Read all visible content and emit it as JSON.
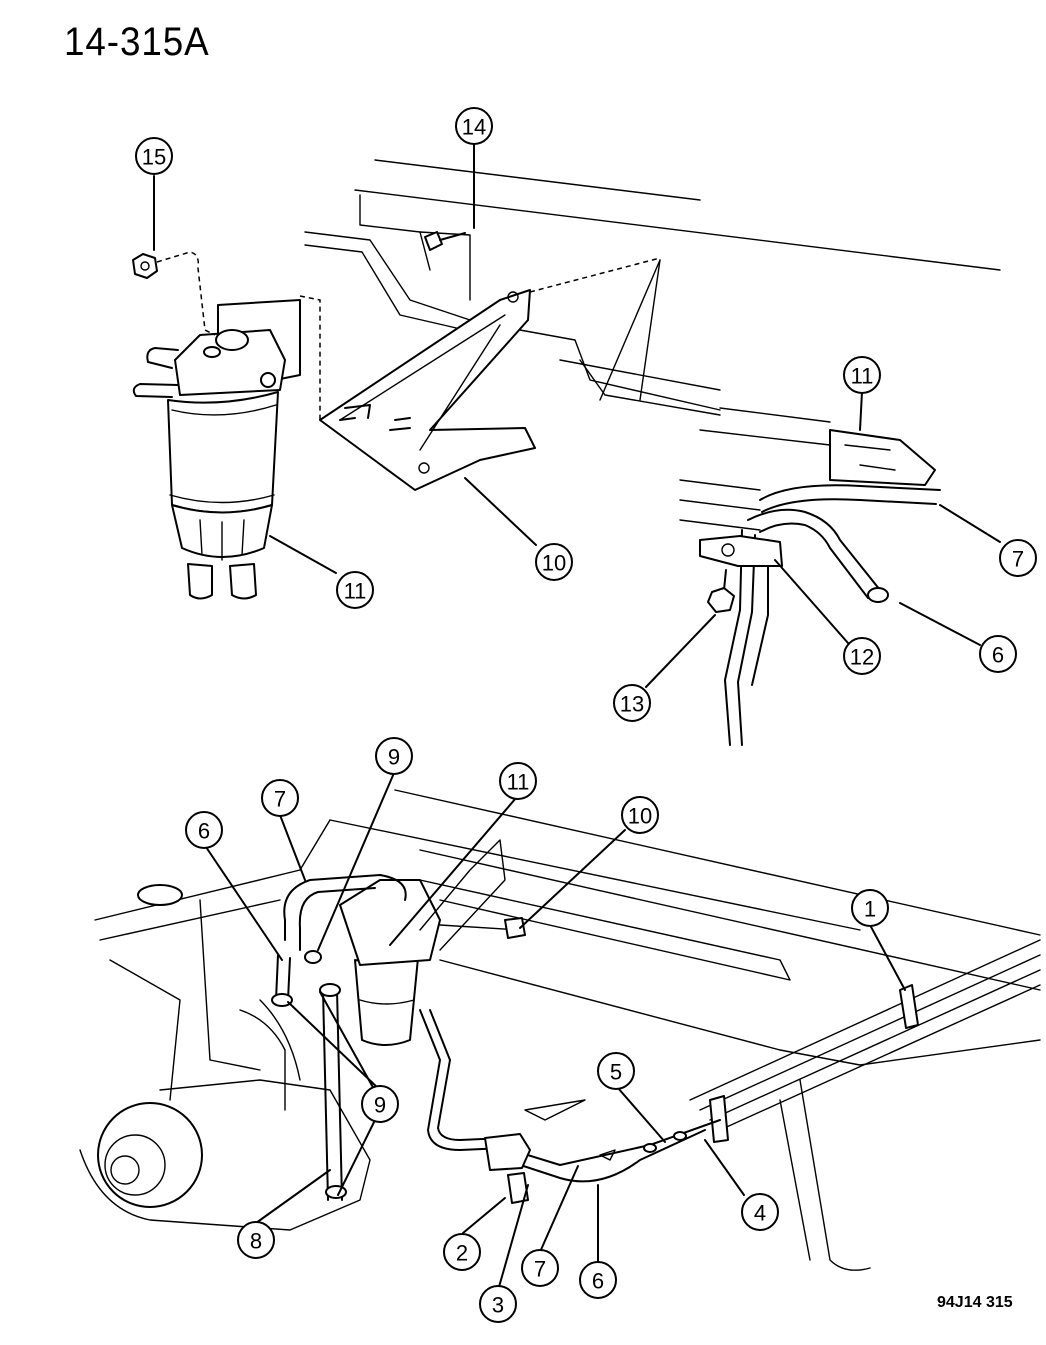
{
  "header": {
    "figure_number": "14-315A"
  },
  "footer": {
    "figure_code": "94J14 315"
  },
  "callouts": {
    "c1": "1",
    "c2": "2",
    "c3": "3",
    "c4": "4",
    "c5": "5",
    "c6a": "6",
    "c6b": "6",
    "c6c": "6",
    "c7a": "7",
    "c7b": "7",
    "c7c": "7",
    "c8": "8",
    "c9a": "9",
    "c9b": "9",
    "c10a": "10",
    "c10b": "10",
    "c11a": "11",
    "c11b": "11",
    "c11c": "11",
    "c12": "12",
    "c13": "13",
    "c14": "14",
    "c15": "15"
  }
}
